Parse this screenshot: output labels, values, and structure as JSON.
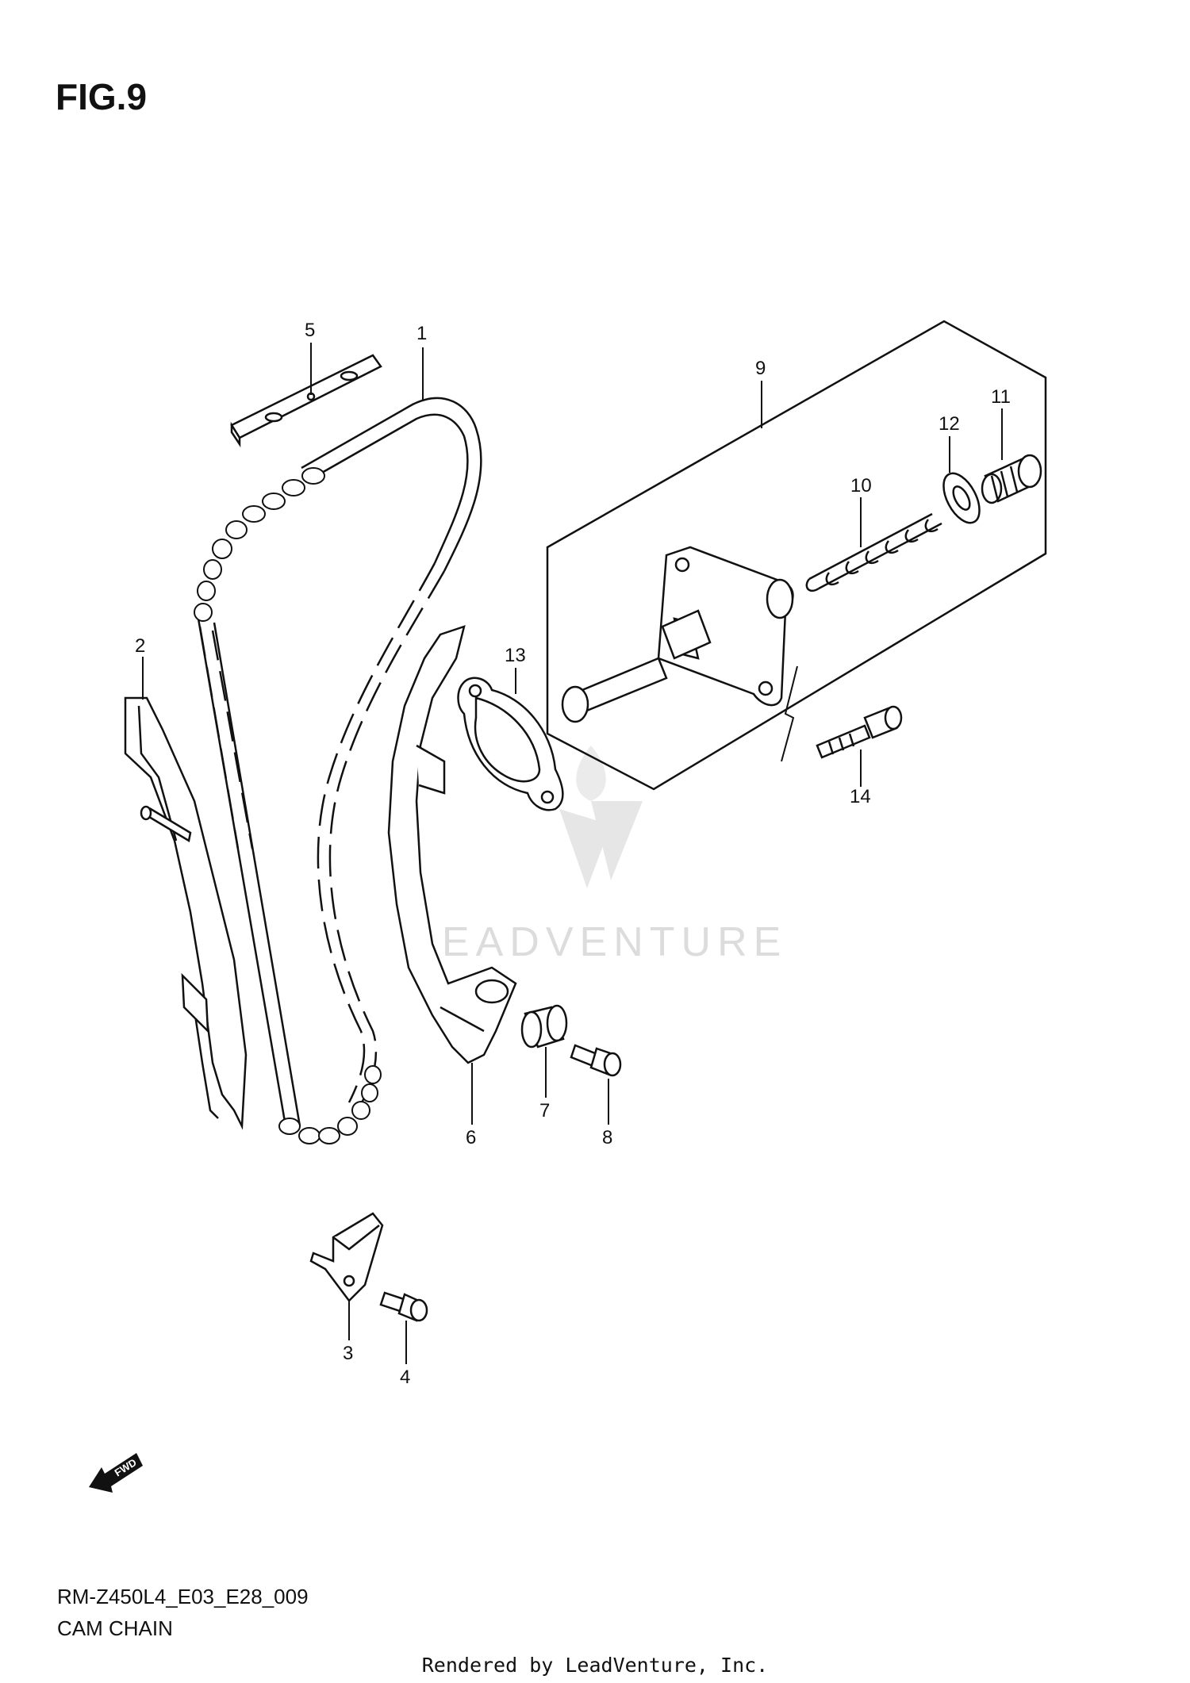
{
  "figure": {
    "title": "FIG.9",
    "code": "RM-Z450L4_E03_E28_009",
    "subtitle": "CAM CHAIN",
    "rendered_by": "Rendered by LeadVenture, Inc.",
    "watermark": "LEADVENTURE",
    "fwd_label": "FWD"
  },
  "callouts": [
    "1",
    "2",
    "3",
    "4",
    "5",
    "6",
    "7",
    "8",
    "9",
    "10",
    "11",
    "12",
    "13",
    "14"
  ]
}
